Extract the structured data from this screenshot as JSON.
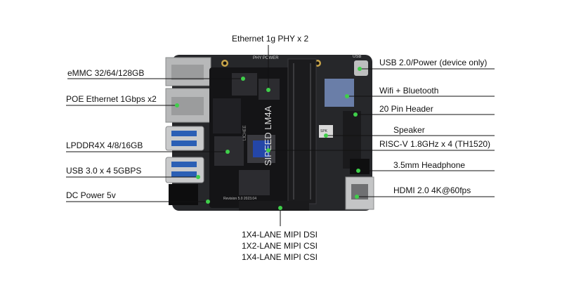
{
  "labels": {
    "top": "Ethernet 1g PHY x 2",
    "left": [
      "eMMC 32/64/128GB",
      "POE Ethernet 1Gbps x2",
      "LPDDR4X 4/8/16GB",
      "USB 3.0 x 4 5GBPS",
      "DC Power 5v"
    ],
    "right": [
      "USB 2.0/Power (device only)",
      "Wifi + Bluetooth",
      "20 Pin Header",
      "Speaker",
      "RISC-V 1.8GHz x 4 (TH1520)",
      "3.5mm Headphone",
      "HDMI 2.0 4K@60fps"
    ],
    "bottom": [
      "1X4-LANE MIPI DSI",
      "1X2-LANE MIPI CSI",
      "1X4-LANE MIPI CSI"
    ]
  },
  "board_text": {
    "module_name": "SIPEED LM4A",
    "chip_brand": "LICHEE",
    "top_silk": "PHY POWER",
    "bottom_silk": "Revision 5.0 2023.04",
    "usb_silk": "USB",
    "spk_silk": "SPK"
  },
  "colors": {
    "board": "#26272a",
    "module": "#141416",
    "accent_dot": "#3fcf4a",
    "line": "#111111"
  }
}
